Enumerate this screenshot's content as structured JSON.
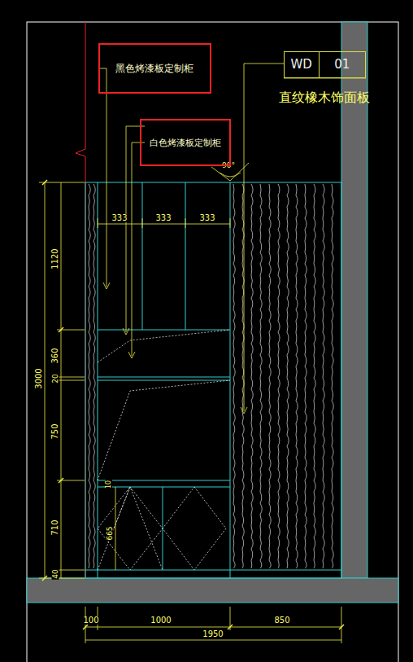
{
  "diagram": {
    "nodes": [
      {
        "text": [
          "黑色烤漆板定制柜"
        ]
      },
      {
        "text": [
          "白色烤漆板定制柜"
        ]
      },
      {
        "text": [
          "WD",
          "01"
        ]
      }
    ],
    "labels": [
      "直纹橡木饰面板",
      "90°",
      "333",
      "333",
      "333",
      "3000",
      "1120",
      "360",
      "20",
      "750",
      "710",
      "40",
      "10",
      "665",
      "100",
      "1000",
      "850",
      "1950"
    ]
  }
}
